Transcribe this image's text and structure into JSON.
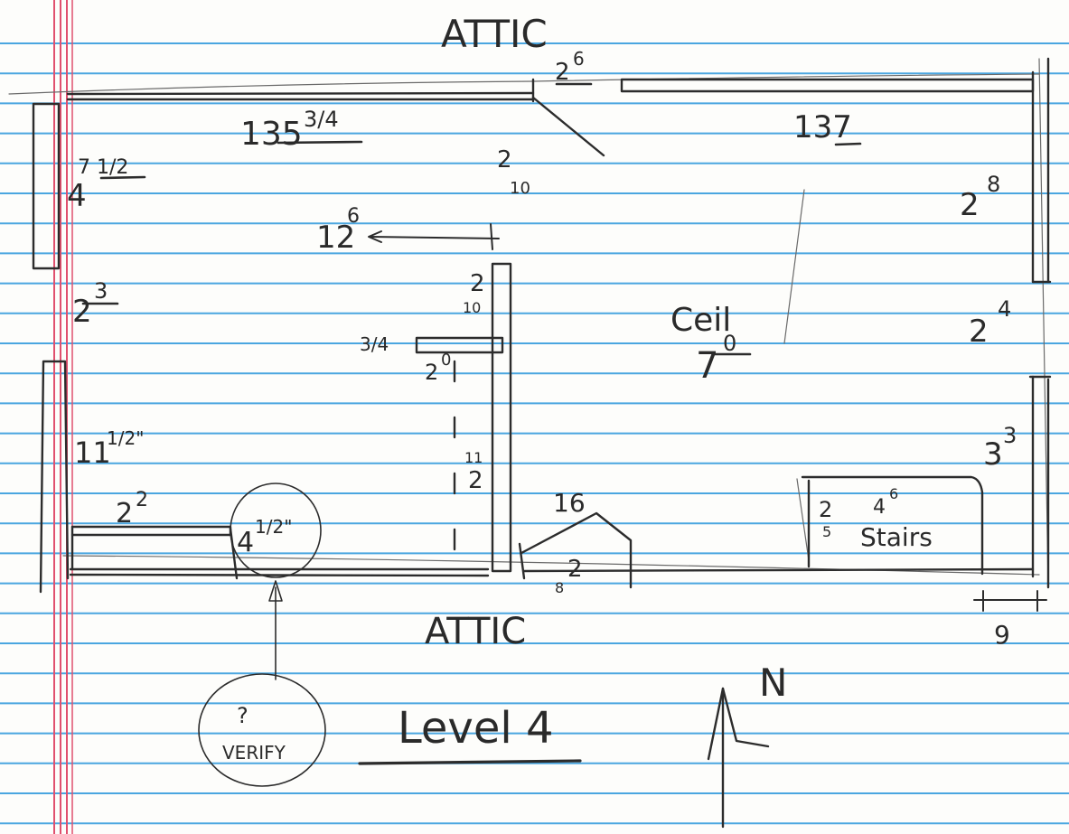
{
  "labels": {
    "attic_top": "ATTIC",
    "attic_bottom": "ATTIC",
    "dim_door_top": "2",
    "dim_door_top_sup": "6",
    "dim_top_left": "135",
    "dim_top_left_frac": "3/4",
    "dim_top_right": "137",
    "dim_left_wall_a": "4",
    "dim_left_wall_a_frac": "7 1/2",
    "dim_left_23": "2",
    "dim_left_23_sup": "3",
    "dim_left_11": "11",
    "dim_left_11_frac": "1/2\"",
    "dim_bottom_22": "2",
    "dim_bottom_22_sup": "2",
    "dim_bottom_4": "4",
    "dim_bottom_4_frac": "1/2\"",
    "dim_partition_top": "2",
    "dim_partition_top_sub": "10",
    "dim_126": "12",
    "dim_126_sup": "6",
    "dim_partition_2_10": "2",
    "dim_partition_2_10_sub": "10",
    "dim_shelf": "3/4",
    "dim_shelf_2": "2",
    "dim_shelf_2_sup": "0",
    "dim_partition_2_11": "2",
    "dim_partition_2_11_sub": "11",
    "dim_stair_door": "16",
    "dim_stair_door_b": "2",
    "dim_stair_door_b_sub": "8",
    "ceiling": "Ceil",
    "ceiling_height": "7",
    "ceiling_height_sup": "0",
    "dim_right_28": "2",
    "dim_right_28_sup": "8",
    "dim_right_24": "2",
    "dim_right_24_sup": "4",
    "dim_right_33": "3",
    "dim_right_33_sup": "3",
    "stairs_label": "Stairs",
    "stairs_dim_a": "2",
    "stairs_dim_a_sub": "5",
    "stairs_dim_b": "4",
    "stairs_dim_b_sup": "6",
    "dim_corner_9": "9",
    "verify_q": "?",
    "verify": "VERIFY",
    "level_title": "Level 4",
    "north": "N"
  },
  "colors": {
    "paper": "#fdfdfb",
    "rule_line": "#4aa6e0",
    "margin_line": "#e0506e",
    "ink": "#2c2c2c",
    "pencil": "#6a6a6a"
  }
}
